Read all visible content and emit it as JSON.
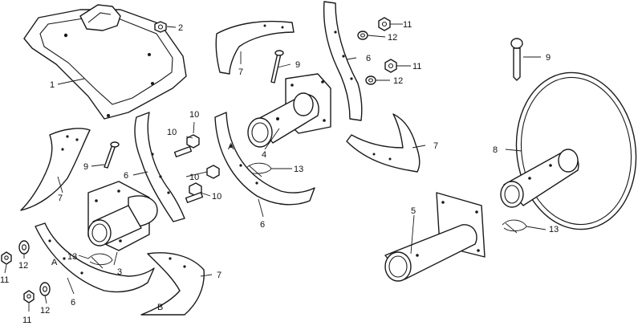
{
  "diagram": {
    "labels": {
      "c1": "1",
      "c2": "2",
      "c3": "3",
      "c4": "4",
      "c5": "5",
      "c6": "6",
      "c7": "7",
      "c8": "8",
      "c9": "9",
      "c10": "10",
      "c11": "11",
      "c12": "12",
      "c13": "13"
    },
    "tine_letters": {
      "a": "A",
      "b": "B"
    },
    "colors": {
      "line": "#1a1a1a",
      "background": "#ffffff"
    }
  }
}
